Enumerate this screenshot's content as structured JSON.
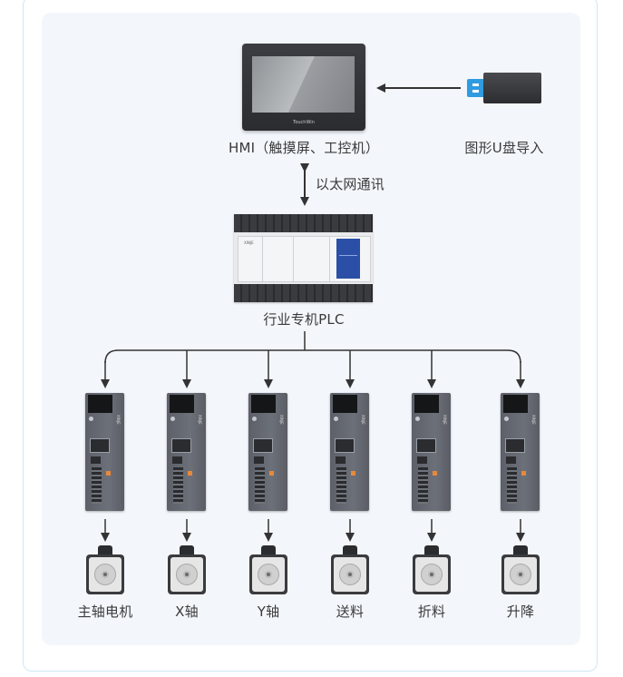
{
  "hmi": {
    "label": "HMI（触摸屏、工控机）",
    "screen_brand": "TouchWin"
  },
  "usb": {
    "label": "图形U盘导入"
  },
  "link": {
    "label": "以太网通讯"
  },
  "plc": {
    "label": "行业专机PLC",
    "model_mark": "XINJE"
  },
  "drives": [
    {
      "brand": "XINJE"
    },
    {
      "brand": "XINJE"
    },
    {
      "brand": "XINJE"
    },
    {
      "brand": "XINJE"
    },
    {
      "brand": "XINJE"
    },
    {
      "brand": "XINJE"
    }
  ],
  "motors": [
    {
      "label": "主轴电机"
    },
    {
      "label": "X轴"
    },
    {
      "label": "Y轴"
    },
    {
      "label": "送料"
    },
    {
      "label": "折料"
    },
    {
      "label": "升降"
    }
  ],
  "colors": {
    "panel_bg": "#f3f7fc",
    "card_border": "#cfe6f3",
    "line": "#333333",
    "usb_plug": "#2f9be0",
    "plc_accent": "#2b4fa6"
  }
}
